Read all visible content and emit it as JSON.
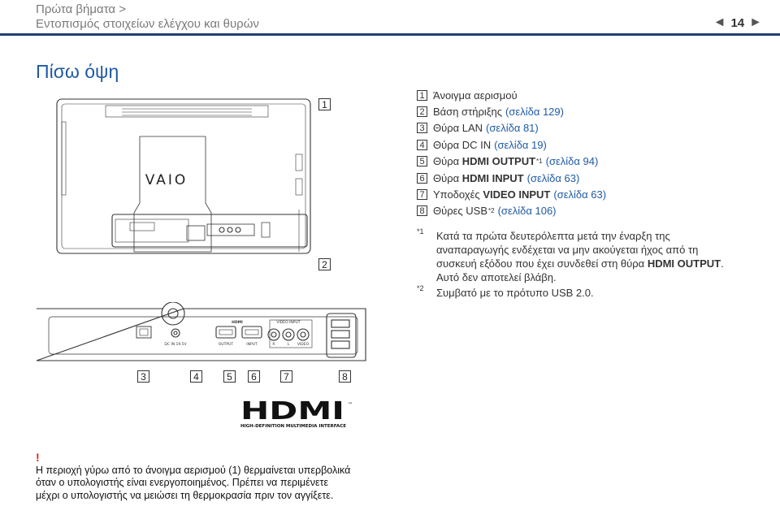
{
  "header": {
    "breadcrumb_line1": "Πρώτα βήματα >",
    "breadcrumb_line2": "Εντοπισμός στοιχείων ελέγχου και θυρών",
    "page_number": "14",
    "prev_glyph": "◄",
    "next_glyph": "►"
  },
  "title": "Πίσω όψη",
  "items": [
    {
      "num": "1",
      "text": "Άνοιγμα αερισμού",
      "bold": "",
      "sup": "",
      "link": ""
    },
    {
      "num": "2",
      "text": "Βάση στήριξης",
      "bold": "",
      "sup": "",
      "link": "(σελίδα 129)"
    },
    {
      "num": "3",
      "text": "Θύρα LAN",
      "bold": "",
      "sup": "",
      "link": "(σελίδα 81)"
    },
    {
      "num": "4",
      "text": "Θύρα DC IN",
      "bold": "",
      "sup": "",
      "link": "(σελίδα 19)"
    },
    {
      "num": "5",
      "text": "Θύρα",
      "bold": "HDMI OUTPUT",
      "sup": "*1",
      "link": "(σελίδα 94)"
    },
    {
      "num": "6",
      "text": "Θύρα",
      "bold": "HDMI INPUT",
      "sup": "",
      "link": "(σελίδα 63)"
    },
    {
      "num": "7",
      "text": "Υποδοχές",
      "bold": "VIDEO INPUT",
      "sup": "",
      "link": "(σελίδα 63)"
    },
    {
      "num": "8",
      "text": "Θύρες USB",
      "bold": "",
      "sup": "*2",
      "link": "(σελίδα 106)"
    }
  ],
  "notes": {
    "n1_mark": "*1",
    "n1_line1": "Κατά τα πρώτα δευτερόλεπτα μετά την έναρξη της",
    "n1_line2": "αναπαραγωγής ενδέχεται να μην ακούγεται ήχος από τη",
    "n1_line3a": "συσκευή εξόδου που έχει συνδεθεί στη θύρα",
    "n1_line3b": "HDMI OUTPUT",
    "n1_line3c": ".",
    "n1_line4": "Αυτό δεν αποτελεί βλάβη.",
    "n2_mark": "*2",
    "n2_text": "Συμβατό με το πρότυπο USB 2.0."
  },
  "device": {
    "brand": "VAIO",
    "label_hdmi": "HDMI",
    "label_video_input": "VIDEO INPUT",
    "label_dc_in": "DC IN 19.5V",
    "label_output": "OUTPUT",
    "label_input": "INPUT",
    "label_r": "R",
    "label_l": "L",
    "label_video": "VIDEO"
  },
  "callouts_top": {
    "c1": "1",
    "c2": "2"
  },
  "callouts_bottom": [
    "3",
    "4",
    "5",
    "6",
    "7",
    "8"
  ],
  "hdmi_logo": {
    "word": "HDMI",
    "tm": "™",
    "tagline": "HIGH-DEFINITION MULTIMEDIA INTERFACE"
  },
  "warning": {
    "mark": "!",
    "line1": "Η περιοχή γύρω από το άνοιγμα αερισμού (1) θερμαίνεται υπερβολικά",
    "line2": "όταν ο υπολογιστής είναι ενεργοποιημένος. Πρέπει να περιμένετε",
    "line3": "μέχρι ο υπολογιστής να μειώσει τη θερμοκρασία πριν τον αγγίξετε."
  }
}
